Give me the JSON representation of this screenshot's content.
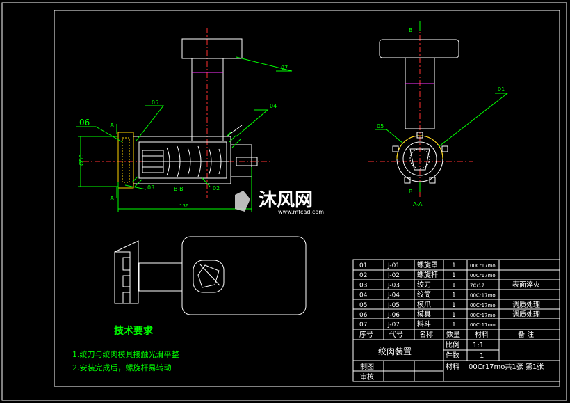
{
  "labels": {
    "l06": "06",
    "l05": "05",
    "l04": "04",
    "l07": "07",
    "l01": "01",
    "l05r": "05",
    "l03": "03",
    "l02": "02",
    "A_top": "A",
    "A_bot": "A",
    "dia": "Ø50",
    "dim136": "136",
    "bb": "B-B",
    "B_top": "B",
    "B_bot": "B",
    "aa": "A-A"
  },
  "watermark": {
    "brand": "沐风网",
    "url": "www.mfcad.com"
  },
  "tech": {
    "title": "技术要求",
    "line1": "1.绞刀与绞肉模具接触光滑平整",
    "line2": "2.安装完成后，螺旋杆易转动"
  },
  "bom": {
    "rows": [
      {
        "no": "01",
        "code": "J-01",
        "name": "螺旋罩",
        "qty": "1",
        "mat": "00Cr17mo",
        "note": ""
      },
      {
        "no": "02",
        "code": "J-02",
        "name": "螺旋杆",
        "qty": "1",
        "mat": "00Cr17mo",
        "note": ""
      },
      {
        "no": "03",
        "code": "J-03",
        "name": "绞刀",
        "qty": "1",
        "mat": "7Cr17",
        "note": "表面淬火"
      },
      {
        "no": "04",
        "code": "J-04",
        "name": "绞筒",
        "qty": "1",
        "mat": "00Cr17mo",
        "note": ""
      },
      {
        "no": "05",
        "code": "J-05",
        "name": "模爪",
        "qty": "1",
        "mat": "00Cr17mo",
        "note": "调质处理"
      },
      {
        "no": "06",
        "code": "J-06",
        "name": "模具",
        "qty": "1",
        "mat": "00Cr17mo",
        "note": "调质处理"
      },
      {
        "no": "07",
        "code": "J-07",
        "name": "料斗",
        "qty": "1",
        "mat": "00Cr17mo",
        "note": ""
      }
    ],
    "header": {
      "no": "序号",
      "code": "代号",
      "name": "名称",
      "qty": "数量",
      "mat": "材料",
      "note": "备 注"
    }
  },
  "title_block": {
    "name": "绞肉装置",
    "ratio_label": "比例",
    "ratio": "1:1",
    "count_label": "件数",
    "count": "1",
    "mat_label": "材料",
    "mat_value": "00Cr17mo共1张 第1张",
    "drawn": "制图",
    "checked": "审核"
  },
  "colors": {
    "bg": "#000000",
    "line": "#ffffff",
    "dim": "#00ff00",
    "center": "#ff3030",
    "hatch": "#ffd400"
  }
}
